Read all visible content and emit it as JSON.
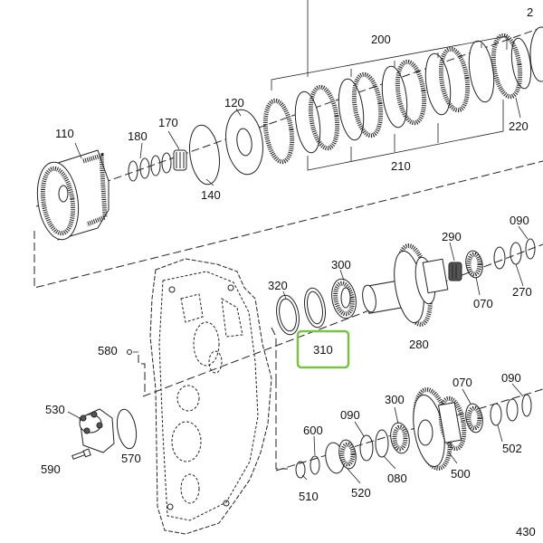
{
  "labels": {
    "l200": "200",
    "l2": "2",
    "l120": "120",
    "l110": "110",
    "l180": "180",
    "l170": "170",
    "l140": "140",
    "l210": "210",
    "l220": "220",
    "l290": "290",
    "l090a": "090",
    "l300a": "300",
    "l320": "320",
    "l070a": "070",
    "l270": "270",
    "l310": "310",
    "l280": "280",
    "l580": "580",
    "l530": "530",
    "l570": "570",
    "l590": "590",
    "l600": "600",
    "l090b": "090",
    "l300b": "300",
    "l070b": "070",
    "l090c": "090",
    "l510": "510",
    "l520": "520",
    "l080": "080",
    "l500": "500",
    "l502": "502",
    "l430": "430"
  },
  "highlight": {
    "part": "310",
    "color": "#7bc143"
  }
}
